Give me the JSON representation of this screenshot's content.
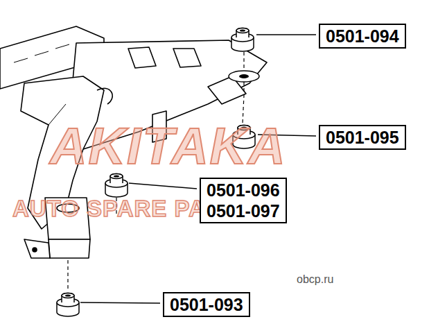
{
  "diagram": {
    "nodes": [
      {
        "text": [
          "0501-094"
        ]
      },
      {
        "text": [
          "0501-095"
        ]
      },
      {
        "text": [
          "0501-096",
          "0501-097"
        ]
      },
      {
        "text": [
          "0501-093"
        ]
      }
    ],
    "labels": [
      "AKITAKA",
      "AUTO SPARE PARTS",
      "obcp.ru"
    ]
  }
}
